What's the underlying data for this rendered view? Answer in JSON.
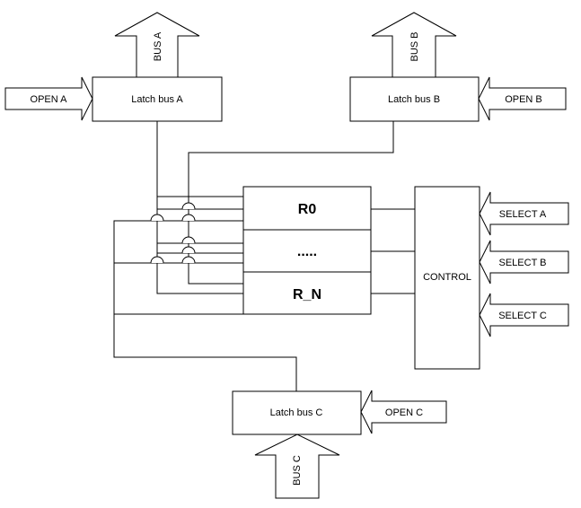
{
  "latches": {
    "a": "Latch bus A",
    "b": "Latch bus B",
    "c": "Latch bus C"
  },
  "buses": {
    "a": "BUS A",
    "b": "BUS B",
    "c": "BUS C"
  },
  "open": {
    "a": "OPEN A",
    "b": "OPEN B",
    "c": "OPEN C"
  },
  "registers": {
    "first": "R0",
    "middle": ".....",
    "last": "R_N"
  },
  "control": "CONTROL",
  "select": {
    "a": "SELECT A",
    "b": "SELECT B",
    "c": "SELECT C"
  }
}
